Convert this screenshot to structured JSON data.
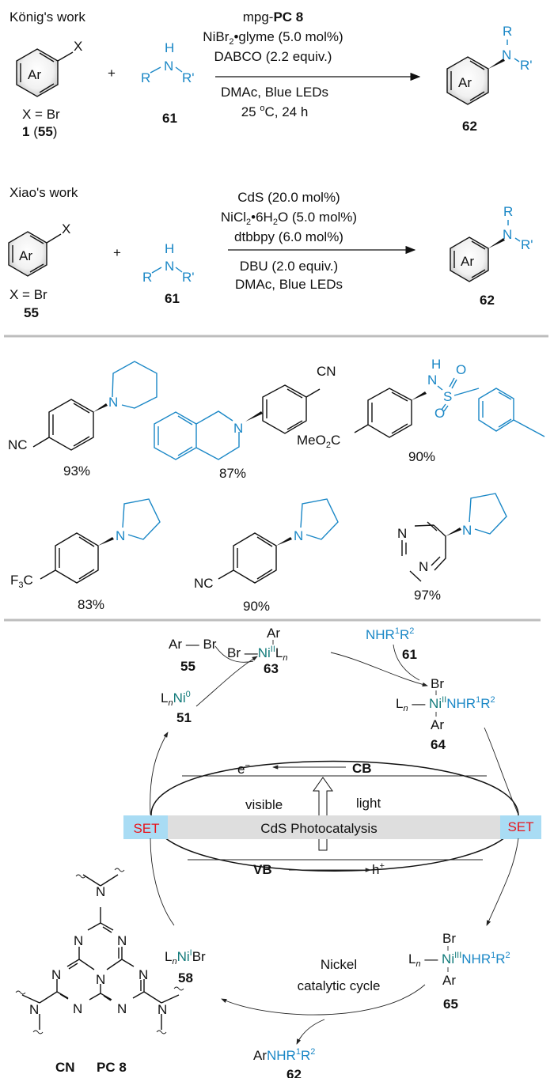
{
  "scheme1": {
    "title": "König's work",
    "reactant_substituent": "X",
    "ring_label": "Ar",
    "x_eq": "X = Br",
    "reactant_id_main": "1",
    "reactant_id_paren": "(55)",
    "plus": "+",
    "amine": {
      "H": "H",
      "N": "N",
      "R": "R",
      "R2": "R'"
    },
    "amine_id": "61",
    "conditions_above": [
      "mpg-",
      "PC 8",
      "NiBr",
      "2",
      "•glyme (5.0 mol%)",
      "DABCO (2.2 equiv.)"
    ],
    "conditions_below": [
      "DMAc,  Blue LEDs",
      "25 ",
      "o",
      "C, 24 h"
    ],
    "product": {
      "R": "R",
      "N": "N",
      "R2": "R'",
      "ring": "Ar"
    },
    "product_id": "62"
  },
  "scheme2": {
    "title": "Xiao's work",
    "reactant_substituent": "X",
    "ring_label": "Ar",
    "x_eq": "X = Br",
    "reactant_id": "55",
    "plus": "+",
    "amine": {
      "H": "H",
      "N": "N",
      "R": "R",
      "R2": "R'"
    },
    "amine_id": "61",
    "conditions_above": [
      "CdS (20.0 mol%)",
      "NiCl",
      "2",
      "•6H",
      "2",
      "O (5.0 mol%)",
      "dtbbpy (6.0 mol%)"
    ],
    "conditions_below": [
      "DBU (2.0 equiv.)",
      "DMAc, Blue LEDs"
    ],
    "product": {
      "R": "R",
      "N": "N",
      "R2": "R'",
      "ring": "Ar"
    },
    "product_id": "62"
  },
  "examples": [
    {
      "name": "4-piperidinobenzonitrile",
      "substituent": "NC",
      "amine_atom": "N",
      "yield": "93%"
    },
    {
      "name": "tetrahydroisoquinoline-benzonitrile",
      "substituent": "CN",
      "amine_atom": "N",
      "yield": "87%"
    },
    {
      "name": "tosylamide-ester",
      "substituent": [
        "MeO",
        "2",
        "C"
      ],
      "atoms": {
        "H": "H",
        "N": "N",
        "S": "S",
        "O1": "O",
        "O2": "O"
      },
      "yield": "90%"
    },
    {
      "name": "CF3-pyrrolidine",
      "substituent": [
        "F",
        "3",
        "C"
      ],
      "amine_atom": "N",
      "yield": "83%"
    },
    {
      "name": "NC-pyrrolidine",
      "substituent": "NC",
      "amine_atom": "N",
      "yield": "90%"
    },
    {
      "name": "pyrimidine-pyrrolidine",
      "ring_atoms": [
        "N",
        "N"
      ],
      "amine_atom": "N",
      "yield": "97%"
    }
  ],
  "mechanism": {
    "arbr": {
      "text": "Ar — Br",
      "id": "55"
    },
    "ni0": {
      "L": "L",
      "n": "n",
      "Ni": "Ni",
      "ox": "0",
      "id": "51"
    },
    "c63": {
      "Ar": "Ar",
      "Br": "Br —",
      "Ni": "Ni",
      "ox": "II",
      "L": "L",
      "n": "n",
      "id": "63"
    },
    "amine": {
      "text": "NHR",
      "s1": "1",
      "R": "R",
      "s2": "2",
      "id": "61"
    },
    "c64": {
      "Br": "Br",
      "L": "L",
      "n": "n",
      "Ni": "Ni",
      "ox": "II",
      "lig": "NHR",
      "s1": "1",
      "R": "R",
      "s2": "2",
      "Ar": "Ar",
      "id": "64"
    },
    "band": {
      "e": "e",
      "esup": "−",
      "cb": "CB",
      "vb": "VB",
      "h": "h",
      "hsup": "+",
      "visible": "visible",
      "light": "light",
      "label": "CdS Photocatalysis",
      "set_left": "SET",
      "set_right": "SET"
    },
    "c58": {
      "L": "L",
      "n": "n",
      "Ni": "Ni",
      "ox": "I",
      "Br": "Br",
      "id": "58"
    },
    "cycle_label": [
      "Nickel",
      "catalytic cycle"
    ],
    "c65": {
      "Br": "Br",
      "L": "L",
      "n": "n",
      "Ni": "Ni",
      "ox": "III",
      "lig": "NHR",
      "s1": "1",
      "R": "R",
      "s2": "2",
      "Ar": "Ar",
      "id": "65"
    },
    "product": {
      "Ar": "Ar",
      "lig": "NHR",
      "s1": "1",
      "R": "R",
      "s2": "2",
      "id": "62"
    }
  },
  "pc8": {
    "N": "N",
    "labels": [
      "CN",
      "PC 8"
    ]
  },
  "colors": {
    "blue": "#1a87c6",
    "teal": "#117a7a",
    "red": "#e8141b",
    "set_bg": "#a9dcf4",
    "band_bg": "#dedede",
    "divider": "#bdbdbd"
  }
}
